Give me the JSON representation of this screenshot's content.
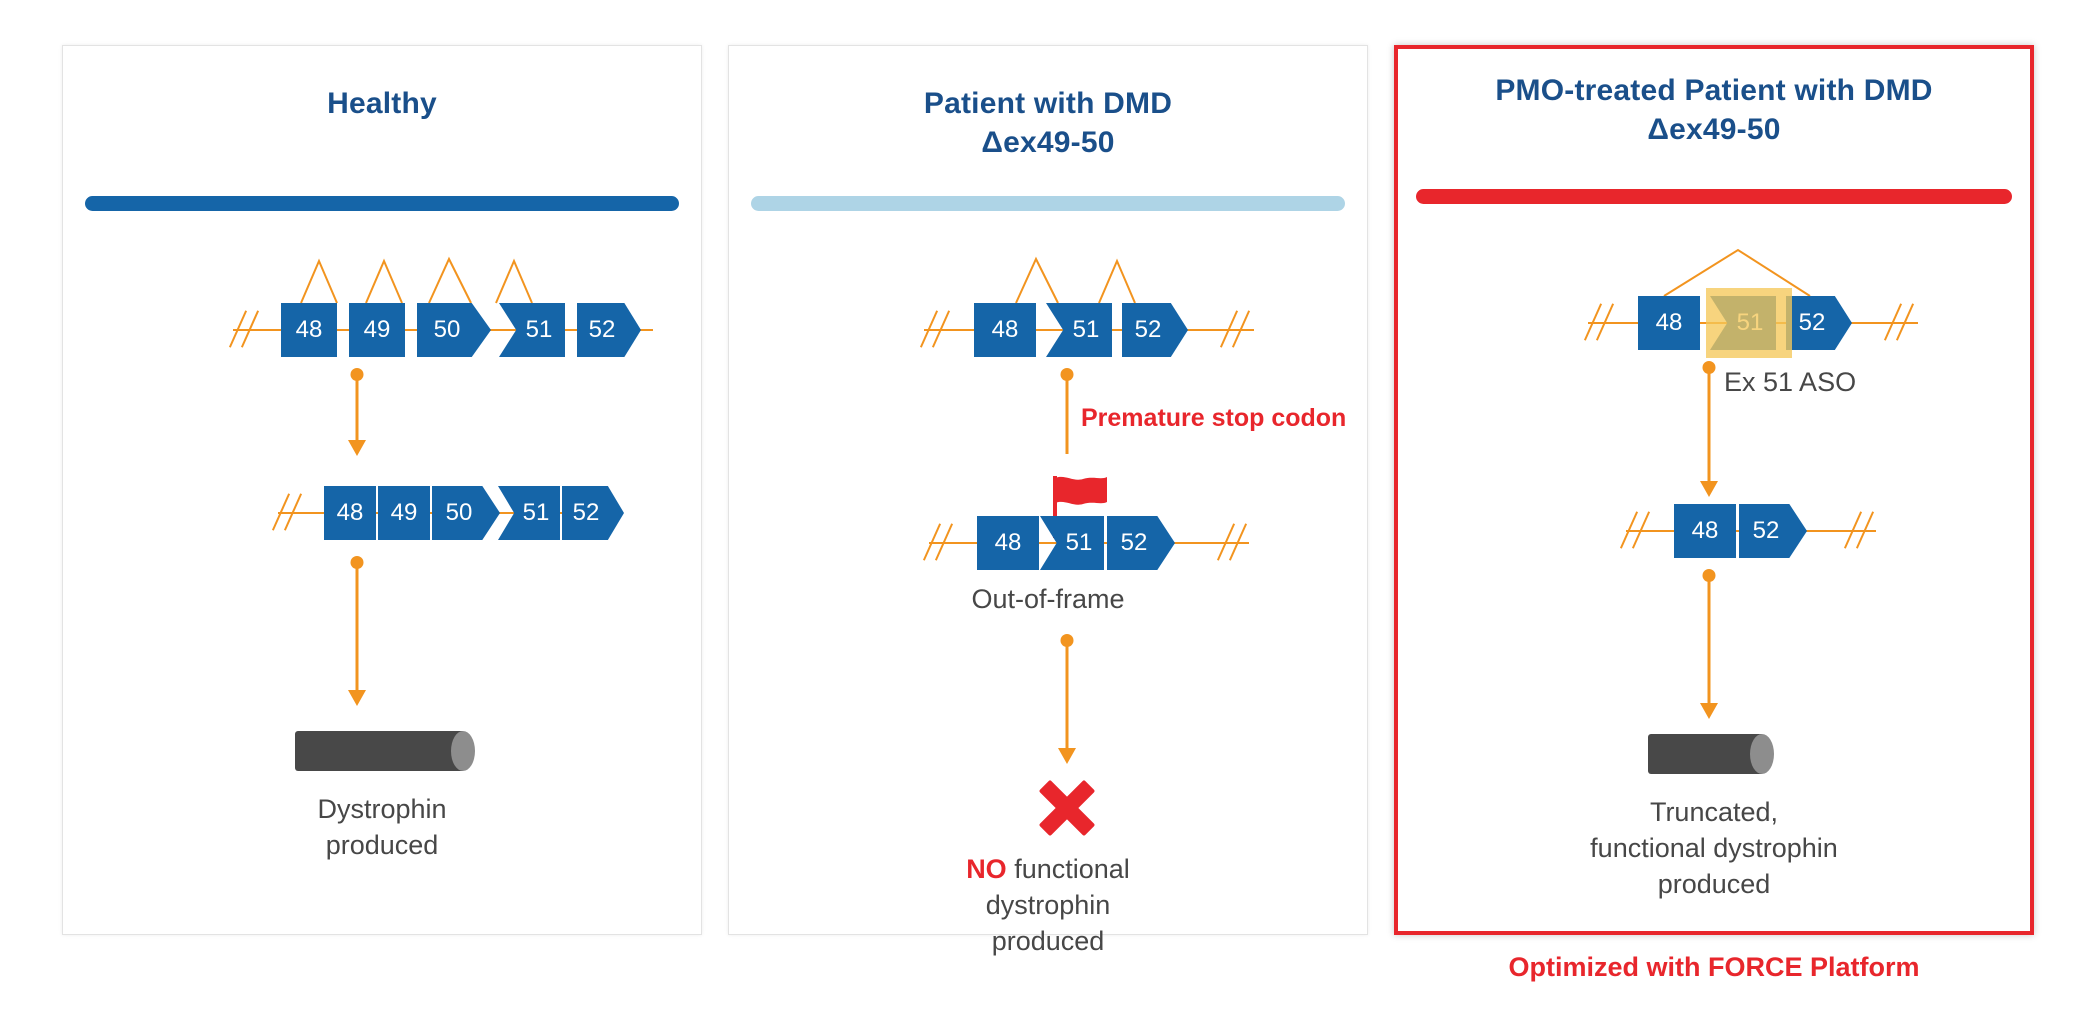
{
  "figure": {
    "footer_note": "Optimized with FORCE Platform",
    "colors": {
      "exon_blue": "#1565a8",
      "title_blue": "#1a4f8a",
      "accent_orange": "#f2941f",
      "alert_red": "#e8262c",
      "aso_yellow": "#f5c85a",
      "protein_gray": "#484848",
      "premrna_light_blue": "#aed4e6"
    }
  },
  "panels": [
    {
      "id": "healthy",
      "title_line1": "Healthy",
      "title_line2": "",
      "bar_label": "pre-mRNA-bar",
      "pre_mrna": {
        "exons": [
          "48",
          "49",
          "50",
          "51",
          "52"
        ],
        "splice_arcs": 4
      },
      "mrna": {
        "exons": [
          "48",
          "49",
          "50",
          "51",
          "52"
        ]
      },
      "mrna_note": "",
      "stop_codon_label": "",
      "aso_label": "",
      "outcome_prefix": "",
      "outcome": "Dystrophin\nproduced",
      "outcome_line1": "Dystrophin",
      "outcome_line2": "produced",
      "outcome_line3": "",
      "protein": "full-length-dystrophin-cylinder"
    },
    {
      "id": "dmd",
      "title_line1": "Patient with DMD",
      "title_line2": "Δex49-50",
      "bar_label": "pre-mRNA-bar",
      "pre_mrna": {
        "exons": [
          "48",
          "51",
          "52"
        ],
        "splice_arcs": 2
      },
      "mrna": {
        "exons": [
          "48",
          "51",
          "52"
        ]
      },
      "mrna_note": "Out-of-frame",
      "stop_codon_label": "Premature stop codon",
      "aso_label": "",
      "outcome_prefix": "NO",
      "outcome_line1": "functional",
      "outcome_line2": "dystrophin",
      "outcome_line3": "produced",
      "protein": "no-dystrophin-x-mark"
    },
    {
      "id": "pmo",
      "title_line1": "PMO-treated Patient with DMD",
      "title_line2": "Δex49-50",
      "bar_label": "pre-mRNA-bar",
      "pre_mrna": {
        "exons": [
          "48",
          "51",
          "52"
        ],
        "splice_arcs": 1
      },
      "mrna": {
        "exons": [
          "48",
          "52"
        ]
      },
      "mrna_note": "",
      "stop_codon_label": "",
      "aso_label": "Ex 51 ASO",
      "outcome_prefix": "",
      "outcome_line1": "Truncated,",
      "outcome_line2": "functional dystrophin",
      "outcome_line3": "produced",
      "protein": "truncated-dystrophin-cylinder"
    }
  ]
}
